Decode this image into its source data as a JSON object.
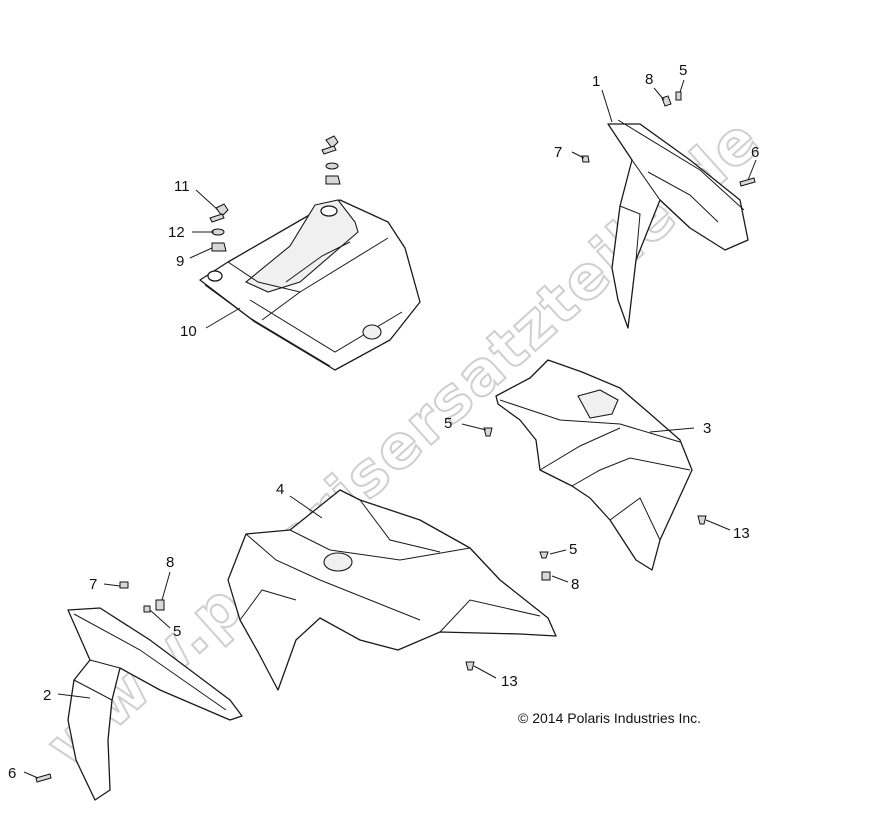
{
  "watermark": "www.polarisersatzteile.de",
  "copyright": "© 2014 Polaris Industries Inc.",
  "labels": {
    "l1": "1",
    "l8a": "8",
    "l5a": "5",
    "l7a": "7",
    "l6a": "6",
    "l11": "11",
    "l12": "12",
    "l9": "9",
    "l10": "10",
    "l5b": "5",
    "l3": "3",
    "l4": "4",
    "l13a": "13",
    "l5c": "5",
    "l8b": "8",
    "l7b": "7",
    "l8c": "8",
    "l5d": "5",
    "l13b": "13",
    "l2": "2",
    "l6b": "6"
  },
  "icons": {
    "part": "exploded-part-outline",
    "fastener": "screw-rivet-icon"
  }
}
